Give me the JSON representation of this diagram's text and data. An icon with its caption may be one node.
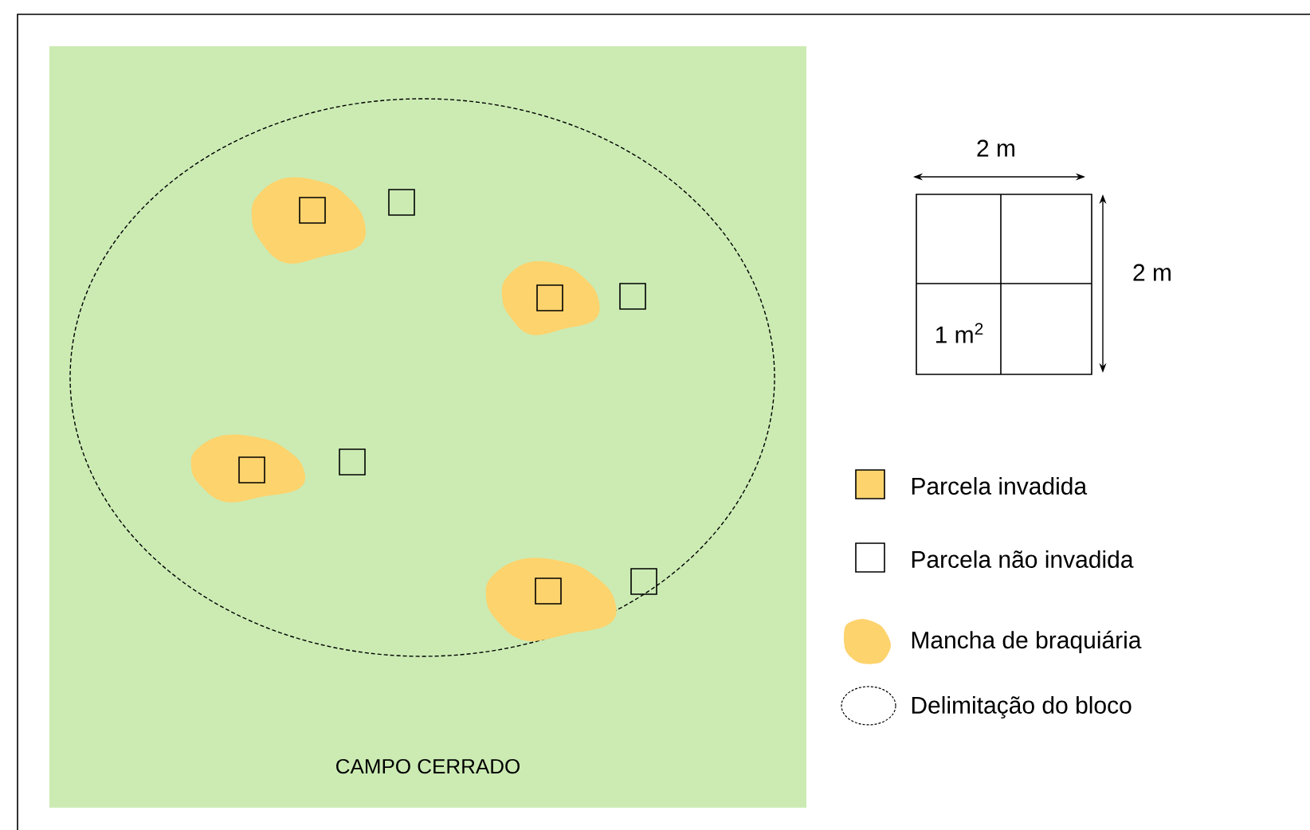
{
  "diagram": {
    "nodes": [
      {
        "text": [
          "CAMPO CERRADO"
        ]
      }
    ],
    "labels": [
      "2 m",
      "2 m",
      "1 m$^{2}$"
    ],
    "legend": [
      {
        "text": "Parcela invadida",
        "color": "#fdd36d"
      },
      {
        "text": "Parcela não invadida"
      },
      {
        "text": "Mancha de braquiária",
        "color": "#fdd36d"
      },
      {
        "text": "Delimitação do bloco"
      }
    ]
  }
}
